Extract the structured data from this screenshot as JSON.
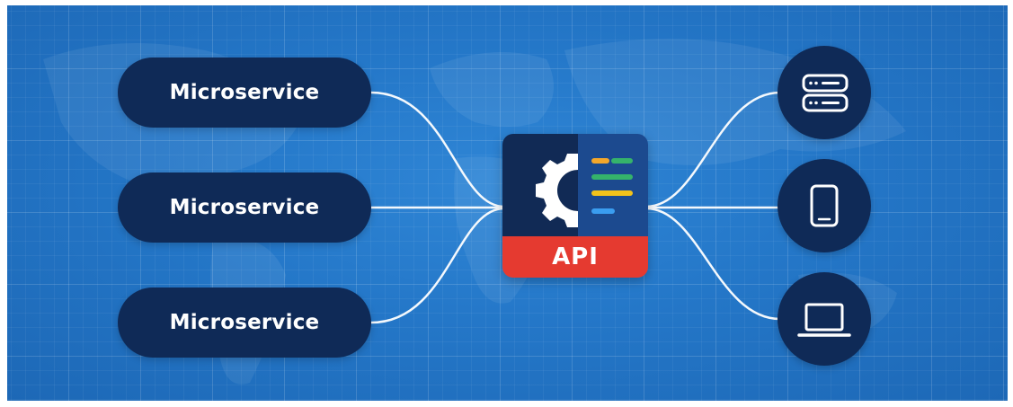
{
  "microservices": [
    {
      "label": "Microservice"
    },
    {
      "label": "Microservice"
    },
    {
      "label": "Microservice"
    }
  ],
  "api": {
    "label": "API",
    "icons": [
      "gear-icon",
      "code-lines-icon"
    ]
  },
  "clients": [
    {
      "icon": "server-icon"
    },
    {
      "icon": "mobile-phone-icon"
    },
    {
      "icon": "laptop-icon"
    }
  ],
  "colors": {
    "background": "#2477c8",
    "node": "#0f2a57",
    "api_dark": "#112a55",
    "api_panel": "#1c4a8f",
    "api_accent": "#e53a30",
    "line_orange": "#f4a72a",
    "line_green": "#35b36b",
    "line_yellow": "#f2c21a",
    "line_blue": "#3a9df0"
  }
}
